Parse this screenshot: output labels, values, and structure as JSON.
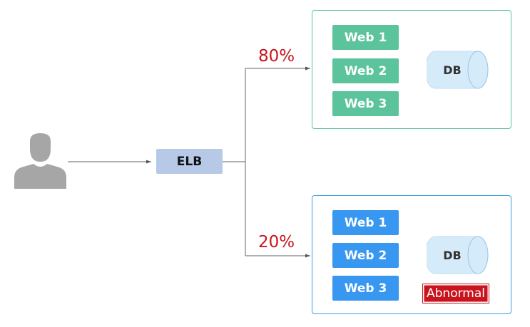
{
  "user": {
    "icon": "user-icon"
  },
  "elb": {
    "label": "ELB"
  },
  "routes": {
    "top_pct": "80%",
    "bottom_pct": "20%"
  },
  "top_group": {
    "web_servers": [
      "Web 1",
      "Web 2",
      "Web 3"
    ],
    "db_label": "DB",
    "color": "#5bc49c"
  },
  "bottom_group": {
    "web_servers": [
      "Web 1",
      "Web 2",
      "Web 3"
    ],
    "db_label": "DB",
    "status": "Abnormal",
    "color": "#3897f0"
  },
  "colors": {
    "alert": "#c8141e",
    "elb": "#b6c9e6",
    "db_fill": "#d6ebfa"
  }
}
